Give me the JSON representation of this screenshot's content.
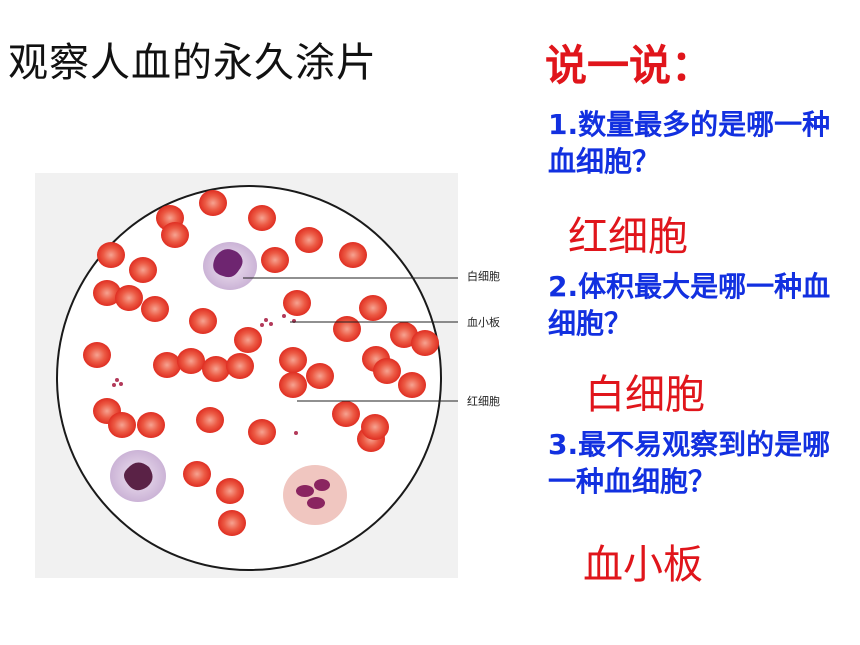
{
  "title": "观察人血的永久涂片",
  "panel": {
    "heading": "说一说：",
    "questions": [
      {
        "text": "1.数量最多的是哪一种血细胞？",
        "answer": "红细胞"
      },
      {
        "text": "2.体积最大是哪一种血细胞？",
        "answer": "白细胞"
      },
      {
        "text": "3.最不易观察到的是哪一种血细胞？",
        "answer": "血小板"
      }
    ]
  },
  "figure": {
    "labels": {
      "wbc": "白细胞",
      "platelet": "血小板",
      "rbc": "红细胞"
    },
    "colors": {
      "rbc": "#e8382c",
      "rbc_center": "#f39a86",
      "wbc_nucleus": "#7a2a7a",
      "wbc_cyto": "#d9c6e0",
      "platelet": "#b33a5a"
    }
  }
}
